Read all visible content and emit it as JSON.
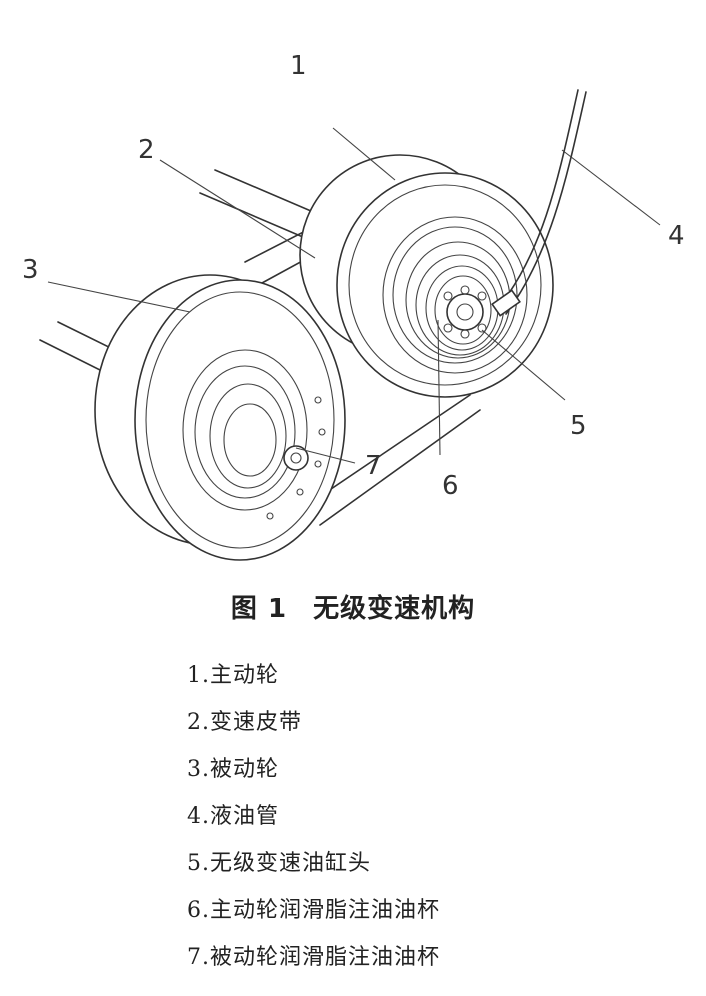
{
  "figure": {
    "callouts": [
      "1",
      "2",
      "3",
      "4",
      "5",
      "6",
      "7"
    ],
    "caption_number": "图 1",
    "caption_title": "无级变速机构"
  },
  "legend": [
    "1.主动轮",
    "2.变速皮带",
    "3.被动轮",
    "4.液油管",
    "5.无级变速油缸头",
    "6.主动轮润滑脂注油油杯",
    "7.被动轮润滑脂注油油杯"
  ]
}
